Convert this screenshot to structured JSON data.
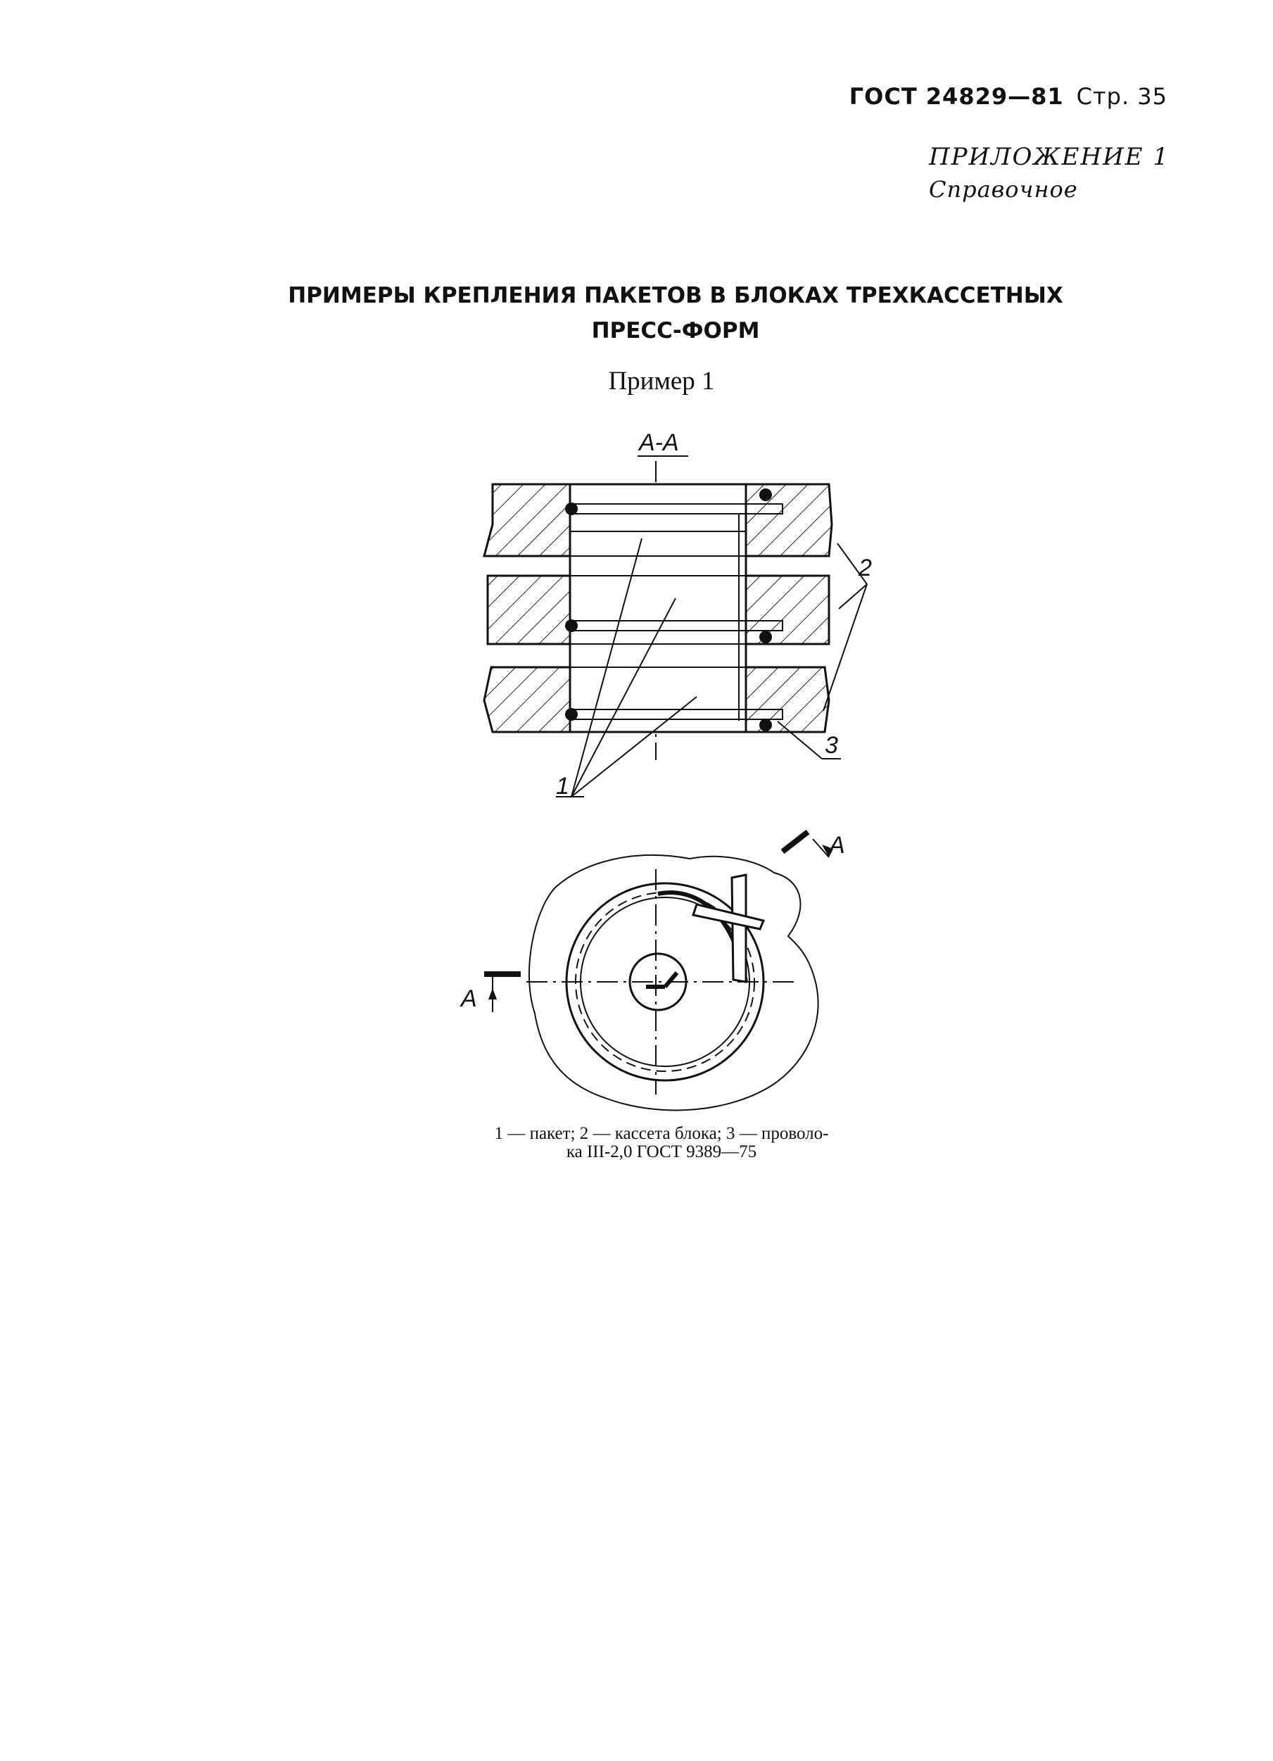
{
  "header": {
    "standard": "ГОСТ 24829—81",
    "page": "Стр. 35"
  },
  "appendix": {
    "title": "ПРИЛОЖЕНИЕ 1",
    "subtitle": "Справочное"
  },
  "title": {
    "line1": "ПРИМЕРЫ КРЕПЛЕНИЯ ПАКЕТОВ В БЛОКАХ ТРЕХКАССЕТНЫХ",
    "line2": "ПРЕСС-ФОРМ"
  },
  "example_heading": "Пример 1",
  "drawing": {
    "section_label": "А-А",
    "callouts": {
      "package": "1",
      "cassette": "2",
      "wire": "3"
    },
    "cut_marker_top": "А",
    "cut_marker_left": "А"
  },
  "caption": {
    "line1": "1 — пакет; 2 — кассета блока; 3 — проволо-",
    "line2": "ка III-2,0 ГОСТ 9389—75"
  }
}
